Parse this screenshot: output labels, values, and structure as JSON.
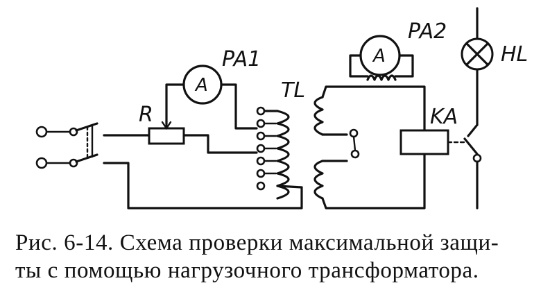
{
  "labels": {
    "ammeter1": "PA1",
    "ammeter2": "PA2",
    "ammeter_symbol": "A",
    "rheostat": "R",
    "transformer": "TL",
    "relay": "KA",
    "lamp": "HL"
  },
  "caption": {
    "line1": "Рис. 6-14. Схема проверки максимальной защи-",
    "line2": "ты с помощью нагрузочного трансформатора."
  }
}
